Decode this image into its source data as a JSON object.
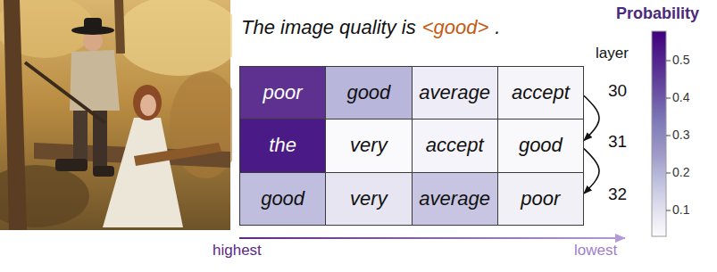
{
  "diagram": {
    "nodes": [
      {
        "text": [
          "poor"
        ]
      },
      {
        "text": [
          "good"
        ]
      },
      {
        "text": [
          "average"
        ]
      },
      {
        "text": [
          "accept"
        ]
      },
      {
        "text": [
          "the"
        ]
      },
      {
        "text": [
          "very"
        ]
      },
      {
        "text": [
          "accept"
        ]
      },
      {
        "text": [
          "good"
        ]
      },
      {
        "text": [
          "good"
        ]
      },
      {
        "text": [
          "very"
        ]
      },
      {
        "text": [
          "average"
        ]
      },
      {
        "text": [
          "poor"
        ]
      }
    ],
    "edges": [
      {
        "from": 3,
        "to": 7,
        "arrow": "to"
      },
      {
        "from": 7,
        "to": 11,
        "arrow": "to"
      }
    ],
    "labels": [
      "The image quality is",
      "<good>",
      ".",
      "layer",
      "30",
      "31",
      "32",
      "Probability",
      "0.5",
      "0.4",
      "0.3",
      "0.2",
      "0.1",
      "highest",
      "lowest"
    ]
  }
}
